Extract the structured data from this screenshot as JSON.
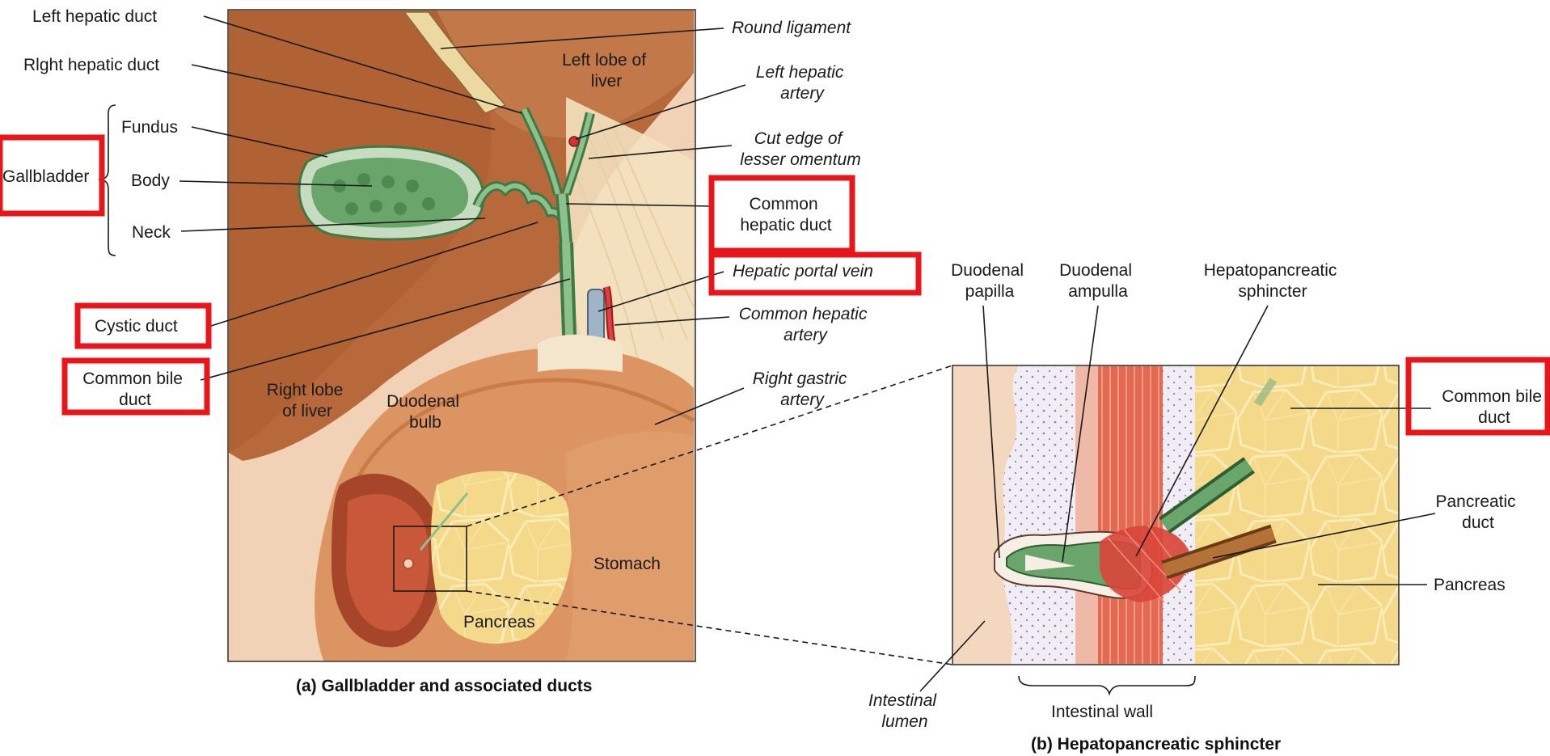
{
  "labels": {
    "left_hepatic_duct": "Left hepatic duct",
    "right_hepatic_duct": "Rlght hepatic duct",
    "fundus": "Fundus",
    "gallbladder": "Gallbladder",
    "body": "Body",
    "neck": "Neck",
    "cystic_duct": "Cystic duct",
    "common_bile_duct_a": [
      "Common bile",
      "duct"
    ],
    "round_ligament": "Round ligament",
    "left_lobe": [
      "Left lobe of",
      "liver"
    ],
    "left_hepatic_artery": [
      "Left hepatic",
      "artery"
    ],
    "cut_edge": [
      "Cut edge of",
      "lesser omentum"
    ],
    "common_hepatic_duct": [
      "Common",
      "hepatic duct"
    ],
    "hepatic_portal_vein": "Hepatic portal vein",
    "common_hepatic_artery": [
      "Common hepatic",
      "artery"
    ],
    "right_gastric_artery": [
      "Right gastric",
      "artery"
    ],
    "right_lobe": [
      "Right lobe",
      "of liver"
    ],
    "duodenal_bulb": [
      "Duodenal",
      "bulb"
    ],
    "stomach": "Stomach",
    "pancreas_a": "Pancreas",
    "duodenal_papilla": [
      "Duodenal",
      "papilla"
    ],
    "duodenal_ampulla": [
      "Duodenal",
      "ampulla"
    ],
    "hepatopancreatic_sphincter": [
      "Hepatopancreatic",
      "sphincter"
    ],
    "common_bile_duct_b": [
      "Common bile",
      "duct"
    ],
    "pancreatic_duct": [
      "Pancreatic",
      "duct"
    ],
    "pancreas_b": "Pancreas",
    "intestinal_lumen": [
      "Intestinal",
      "lumen"
    ],
    "intestinal_wall": "Intestinal wall"
  },
  "captions": {
    "a": "(a) Gallbladder and associated ducts",
    "b": "(b) Hepatopancreatic sphincter"
  },
  "colors": {
    "highlight": "#e8151b",
    "liver": "#b5673a",
    "gallbladder": "#6aa56b",
    "duodenum": "#dc9562",
    "pancreas": "#f2d37a",
    "sphincter": "#d9473b"
  }
}
